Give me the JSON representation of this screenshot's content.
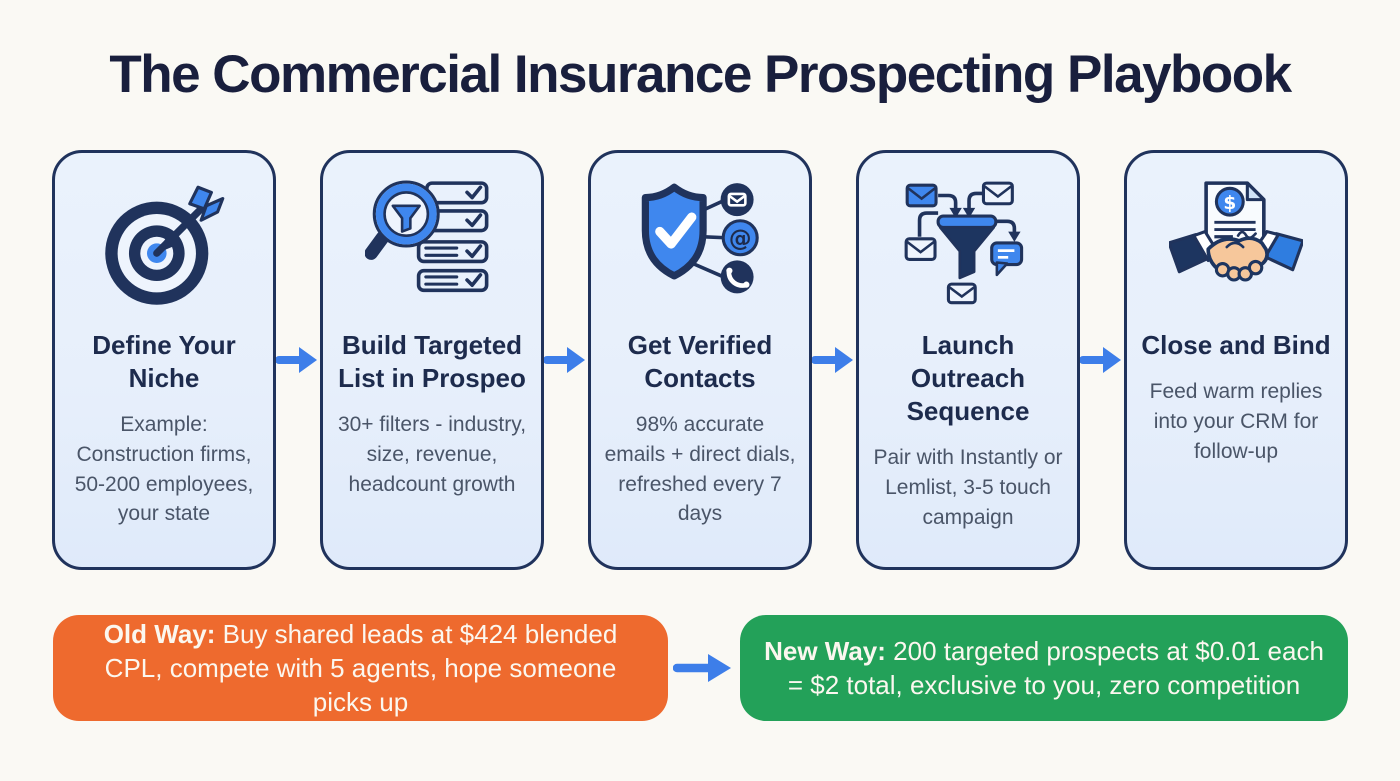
{
  "title": "The Commercial Insurance Prospecting Playbook",
  "steps": [
    {
      "icon": "target",
      "title": "Define Your Niche",
      "description": "Example: Construction firms, 50-200 employees, your state"
    },
    {
      "icon": "search-filter-checklist",
      "title": "Build Targeted List in Prospeo",
      "description": "30+ filters - industry, size, revenue, headcount growth"
    },
    {
      "icon": "verified-shield-contacts",
      "title": "Get Verified Contacts",
      "description": "98% accurate emails + direct dials, refreshed every 7 days"
    },
    {
      "icon": "outreach-funnel-messages",
      "title": "Launch Outreach Sequence",
      "description": "Pair with Instantly or Lemlist, 3-5 touch campaign"
    },
    {
      "icon": "handshake-contract",
      "title": "Close and Bind",
      "description": "Feed warm replies into your CRM for follow-up"
    }
  ],
  "comparison": {
    "old_way": {
      "label": "Old Way:",
      "text": " Buy shared leads at $424 blended CPL, compete with 5 agents, hope someone picks up"
    },
    "new_way": {
      "label": "New Way:",
      "text": " 200 targeted prospects at $0.01 each = $2 total, exclusive to you, zero competition"
    }
  },
  "colors": {
    "background": "#faf9f4",
    "card_fill": "#e7effb",
    "card_border": "#20335c",
    "navy": "#20335c",
    "accent_blue": "#3f87ee",
    "arrow_blue": "#3d7ee9",
    "old_way_orange": "#ee6a2e",
    "new_way_green": "#23a159",
    "title_text": "#191f3d",
    "card_title_text": "#1d2b4d",
    "card_body_text": "#4a5568",
    "banner_text": "#fbf7ef"
  }
}
